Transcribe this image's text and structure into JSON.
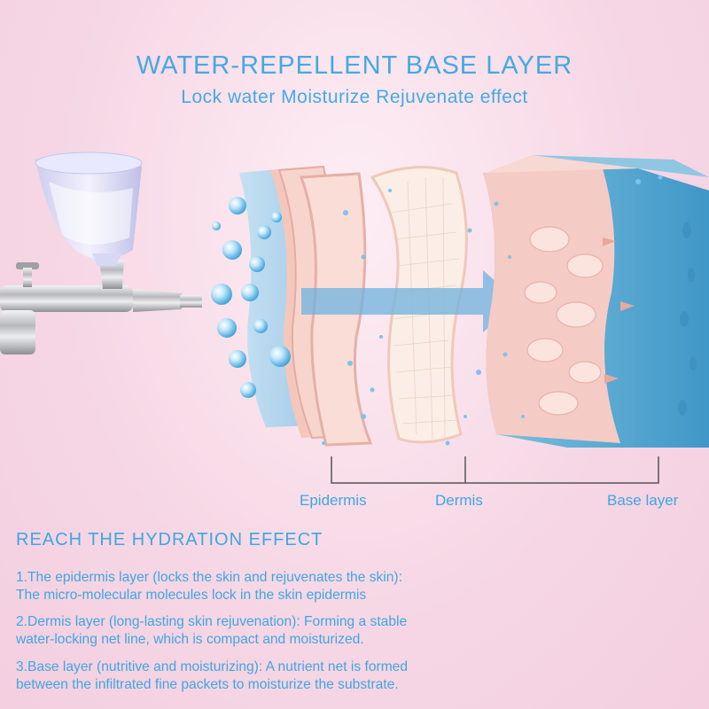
{
  "header": {
    "title": "WATER-REPELLENT BASE LAYER",
    "subtitle": "Lock water Moisturize Rejuvenate effect"
  },
  "labels": {
    "epidermis": "Epidermis",
    "dermis": "Dermis",
    "base_layer": "Base layer"
  },
  "section": {
    "heading": "REACH THE HYDRATION EFFECT",
    "items": [
      {
        "line1": "1.The epidermis layer (locks the skin and rejuvenates the skin):",
        "line2": "The micro-molecular molecules lock in the skin epidermis"
      },
      {
        "line1": "2.Dermis layer (long-lasting skin rejuvenation): Forming a stable",
        "line2": "water-locking net line, which is compact and moisturized."
      },
      {
        "line1": "3.Base layer (nutritive and moisturizing): A nutrient net is formed",
        "line2": "between the infiltrated fine packets to moisturize the substrate."
      }
    ]
  },
  "colors": {
    "text_blue": "#45a9e3",
    "skin_pink": "#f4c6c0",
    "base_blue": "#5fb0d6",
    "background": "#f6d6e4"
  }
}
